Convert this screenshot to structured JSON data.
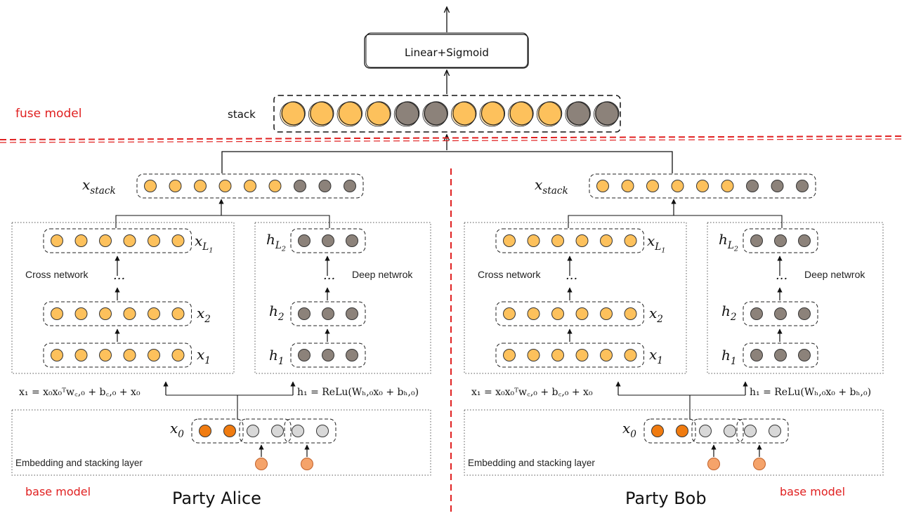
{
  "fuse": {
    "title": "fuse model",
    "stack_label": "stack",
    "output_label": "Linear+Sigmoid",
    "stack_nodes": [
      "orange",
      "orange",
      "orange",
      "orange",
      "gray",
      "gray",
      "orange",
      "orange",
      "orange",
      "orange",
      "gray",
      "gray"
    ]
  },
  "parties": [
    {
      "name": "Party Alice",
      "base_label": "base model",
      "x_stack_label": "x",
      "x_stack_sub": "stack",
      "cross_label": "Cross network",
      "deep_label": "Deep netwrok",
      "xL_label": "x",
      "xL_sub": "L",
      "xL_subsub": "1",
      "x2_label": "x",
      "x2_sub": "2",
      "x1_label": "x",
      "x1_sub": "1",
      "hL_label": "h",
      "hL_sub": "L",
      "hL_subsub": "2",
      "h2_label": "h",
      "h2_sub": "2",
      "h1_label": "h",
      "h1_sub": "1",
      "dots": "···",
      "cross_formula": "x₁ = x₀x₀ᵀw꜀,₀ + b꜀,₀ + x₀",
      "deep_formula": "h₁ = ReLu(Wₕ,₀x₀ + bₕ,₀)",
      "x0_label": "x",
      "x0_sub": "0",
      "embed_label": "Embedding and stacking layer"
    },
    {
      "name": "Party Bob",
      "base_label": "base model",
      "x_stack_label": "x",
      "x_stack_sub": "stack",
      "cross_label": "Cross network",
      "deep_label": "Deep netwrok",
      "xL_label": "x",
      "xL_sub": "L",
      "xL_subsub": "1",
      "x2_label": "x",
      "x2_sub": "2",
      "x1_label": "x",
      "x1_sub": "1",
      "hL_label": "h",
      "hL_sub": "L",
      "hL_subsub": "2",
      "h2_label": "h",
      "h2_sub": "2",
      "h1_label": "h",
      "h1_sub": "1",
      "dots": "···",
      "cross_formula": "x₁ = x₀x₀ᵀw꜀,₀ + b꜀,₀ + x₀",
      "deep_formula": "h₁ = ReLu(Wₕ,₀x₀ + bₕ,₀)",
      "x0_label": "x",
      "x0_sub": "0",
      "embed_label": "Embedding and stacking layer"
    }
  ],
  "colors": {
    "orange_node": "#fdc15c",
    "gray_node": "#8c827a",
    "dark_orange_node": "#f07b10",
    "light_gray_node": "#d8d8d8",
    "input_node": "#f5a36a",
    "red_divider": "#e02020"
  }
}
